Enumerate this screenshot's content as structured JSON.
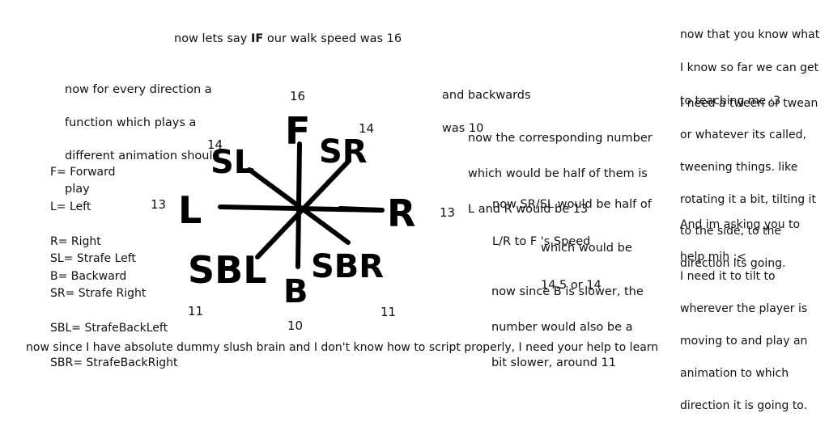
{
  "colors": {
    "background": "#ffffff",
    "ink": "#000000",
    "text": "#111111"
  },
  "header": {
    "prefix": "now lets say ",
    "emphasis": "IF",
    "suffix": " our walk speed was 16"
  },
  "intro_lines": [
    "now for every direction a",
    "function which plays a",
    "different animation should",
    "play"
  ],
  "legend_directions": [
    "F= Forward",
    "L= Left",
    "R= Right",
    "B= Backward"
  ],
  "legend_strafes": [
    "SL= Strafe Left",
    "SR= Strafe Right",
    "SBL= StrafeBackLeft",
    "SBR= StrafeBackRight"
  ],
  "compass": {
    "labels": {
      "f": "F",
      "sr": "SR",
      "r": "R",
      "sbr": "SBR",
      "b": "B",
      "sbl": "SBL",
      "l": "L",
      "sl": "SL"
    },
    "speeds": {
      "f": "16",
      "sr": "14",
      "r": "13",
      "sbr": "11",
      "b": "10",
      "sbl": "11",
      "l": "13",
      "sl": "14"
    }
  },
  "middle_column": {
    "backwards": [
      "and backwards",
      "was 10"
    ],
    "corresponding": [
      "now the corresponding number",
      "which would be half of them is",
      "L and R would be 13"
    ],
    "strafe_half": [
      "now SR/SL would be half of",
      "L/R to F 's Speed"
    ],
    "would_be": [
      "which would be",
      "14.5 or 14"
    ],
    "b_slower": [
      "now since B is slower, the",
      "number would also be a",
      "bit slower, around 11"
    ]
  },
  "right_column": {
    "para1": [
      "now that you know what",
      "I know so far we can get",
      "to teaching me :3"
    ],
    "para2": [
      "I need a tween or twean",
      "or whatever its called,",
      "tweening things. like",
      "rotating it a bit, tilting it",
      "to the side, to the",
      "direction its going."
    ],
    "para3": [
      "And im asking you to",
      "help mih :<"
    ],
    "para4": [
      "I need it to tilt to",
      "wherever the player is",
      "moving to and play an",
      "animation to which",
      "direction it is going to."
    ]
  },
  "footer": "now since I have absolute dummy slush brain and I don't know how to script properly, I need your help to learn"
}
